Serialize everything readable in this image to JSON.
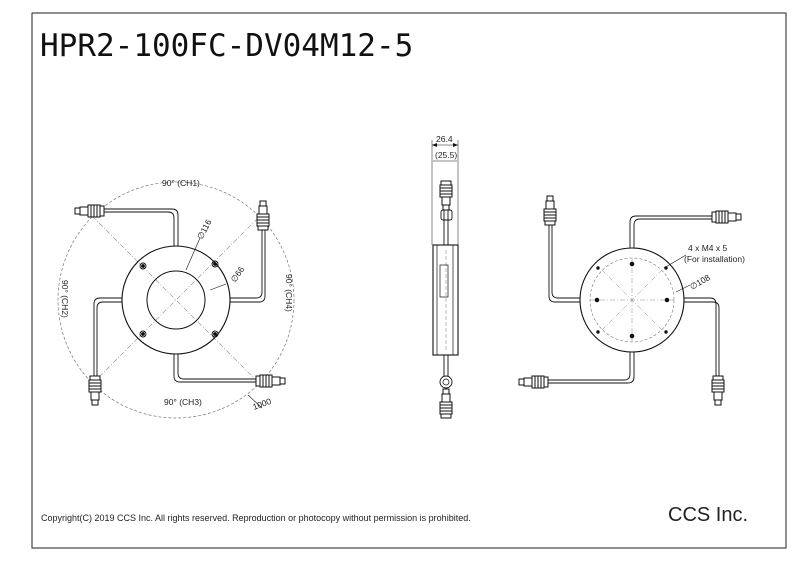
{
  "title": "HPR2-100FC-DV04M12-5",
  "copyright": "Copyright(C) 2019 CCS Inc. All rights reserved. Reproduction or photocopy without permission is prohibited.",
  "company": "CCS Inc.",
  "front_view": {
    "ch1": "90° (CH1)",
    "ch2": "90° (CH2)",
    "ch3": "90° (CH3)",
    "ch4": "90° (CH4)",
    "dia_inner": "∅116",
    "dia_66": "∅66",
    "cable_length": "1000"
  },
  "side_view": {
    "width_outer": "26.4",
    "width_inner": "(25.5)"
  },
  "rear_view": {
    "screw_note": "4 x M4 x 5",
    "screw_purpose": "(For installation)",
    "dia_108": "∅108"
  }
}
